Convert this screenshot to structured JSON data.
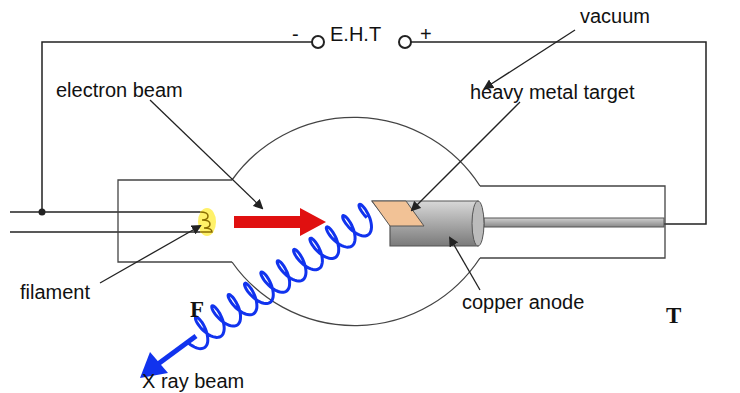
{
  "diagram": {
    "labels": [
      "-",
      "E.H.T",
      "+",
      "vacuum",
      "electron beam",
      "heavy metal target",
      "filament",
      "F",
      "copper anode",
      "T",
      "X ray beam"
    ]
  }
}
